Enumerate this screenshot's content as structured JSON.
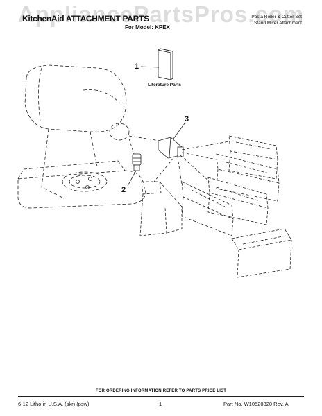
{
  "header": {
    "brand_title": "KitchenAid ATTACHMENT PARTS",
    "for_model": "For Model: KPEX",
    "right_line1": "Pasta Roller & Cutter Set",
    "right_line2": "Stand Mixer Attachment"
  },
  "watermark": "AppliancePartsPros.com",
  "callouts": {
    "one": "1",
    "two": "2",
    "three": "3"
  },
  "literature_label": "Literature Parts",
  "footer": {
    "note": "FOR ORDERING INFORMATION REFER TO PARTS PRICE LIST",
    "litho": "6-12 Litho in U.S.A. (skr) (psw)",
    "page": "1",
    "part_no": "Part No. W10520820 Rev. A"
  },
  "colors": {
    "line": "#222222",
    "watermark": "#969696"
  }
}
